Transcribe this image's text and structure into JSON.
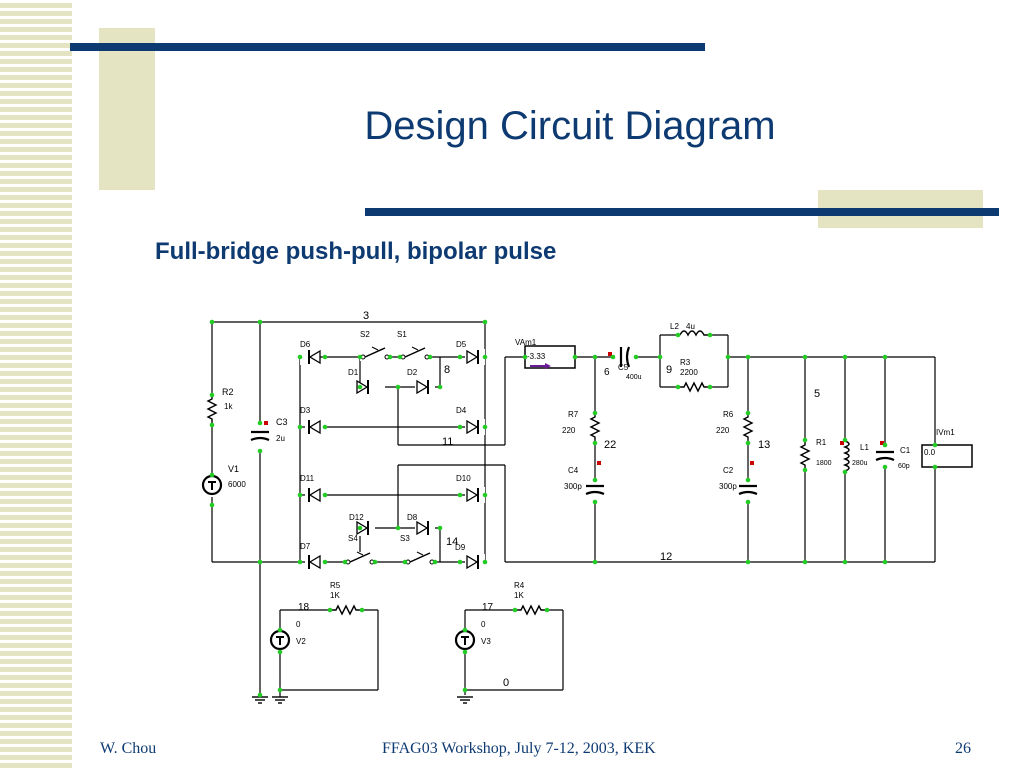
{
  "slide": {
    "title": "Design Circuit Diagram",
    "subtitle": "Full-bridge push-pull, bipolar pulse",
    "footer_left": "W. Chou",
    "footer_center": "FFAG03 Workshop, July 7-12, 2003, KEK",
    "page_number": "26"
  },
  "colors": {
    "accent": "#0e3a72",
    "stripe": "#e4e4c2",
    "node_dot": "#22cc22",
    "marker": "#cc0000"
  },
  "circuit": {
    "nodes": {
      "n3": "3",
      "n5": "5",
      "n6": "6",
      "n8": "8",
      "n9": "9",
      "n11": "11",
      "n12": "12",
      "n13": "13",
      "n14": "14",
      "n17": "17",
      "n18": "18",
      "n22": "22",
      "n0": "0"
    },
    "r2": {
      "name": "R2",
      "value": "1k"
    },
    "v1": {
      "name": "V1",
      "value": "6000"
    },
    "c3": {
      "name": "C3",
      "value": "2u"
    },
    "switches": {
      "s1": "S1",
      "s2": "S2",
      "s3": "S3",
      "s4": "S4"
    },
    "diodes": {
      "d1": "D1",
      "d2": "D2",
      "d3": "D3",
      "d4": "D4",
      "d5": "D5",
      "d6": "D6",
      "d7": "D7",
      "d8": "D8",
      "d9": "D9",
      "d10": "D10",
      "d11": "D11",
      "d12": "D12"
    },
    "vam1": {
      "name": "VAm1",
      "value": "-3.33"
    },
    "c5": {
      "name": "C5",
      "value": "400u"
    },
    "l2": {
      "name": "L2",
      "value": "4u"
    },
    "r3": {
      "name": "R3",
      "value": "2200"
    },
    "r7": {
      "name": "R7",
      "value": "220"
    },
    "c4": {
      "name": "C4",
      "value": "300p"
    },
    "r6": {
      "name": "R6",
      "value": "220"
    },
    "c2": {
      "name": "C2",
      "value": "300p"
    },
    "r1": {
      "name": "R1",
      "value": "1800"
    },
    "l1": {
      "name": "L1",
      "value": "280u"
    },
    "c1": {
      "name": "C1",
      "value": "60p"
    },
    "ivm1": {
      "name": "IVm1",
      "value": "0.0"
    },
    "r5": {
      "name": "R5",
      "value": "1K"
    },
    "r4": {
      "name": "R4",
      "value": "1K"
    },
    "v2": {
      "name": "V2",
      "value": "0"
    },
    "v3": {
      "name": "V3",
      "value": "0"
    }
  }
}
